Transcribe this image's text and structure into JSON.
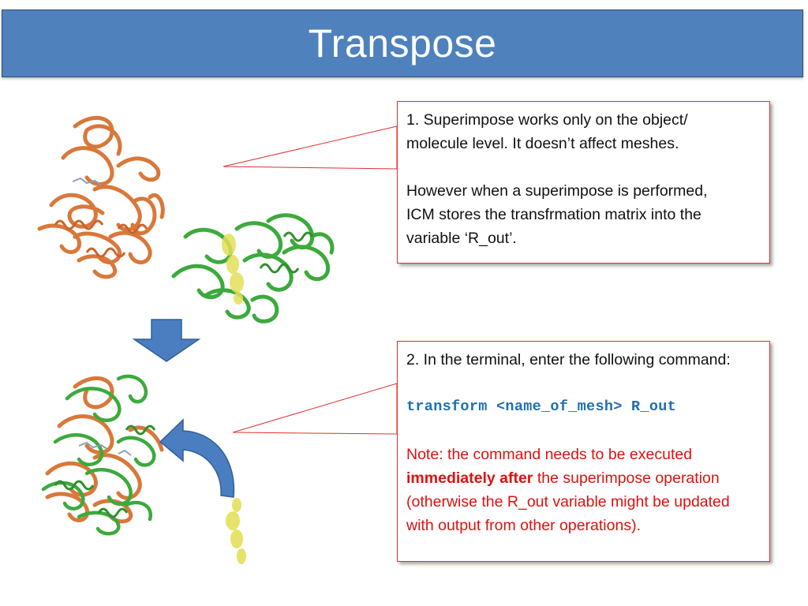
{
  "slide": {
    "title": "Transpose"
  },
  "callout1": {
    "line1": "1. Superimpose works only on the object/",
    "line2": "molecule level. It doesn’t affect meshes.",
    "line3": "However when a superimpose is performed,",
    "line4": "ICM stores the transfrmation matrix into the",
    "line5": "variable ‘R_out’."
  },
  "callout2": {
    "instruction": "2. In the terminal, enter the following command:",
    "command": "transform <name_of_mesh> R_out",
    "note_prefix": "Note: the command needs to be executed",
    "note_emphasis": "immediately after",
    "note_suffix": " the superimpose operation",
    "note_line3": "(otherwise the R_out variable might be updated",
    "note_line4": "with output from other operations)."
  },
  "colors": {
    "title_bg": "#4f81bd",
    "callout_border": "#e0302d",
    "command": "#1f6fb0",
    "note": "#e01010",
    "protein_orange": "#d9783a",
    "protein_green": "#3caa3c",
    "mesh_yellow": "#e3e05a",
    "arrow_blue": "#4a7ec0"
  }
}
